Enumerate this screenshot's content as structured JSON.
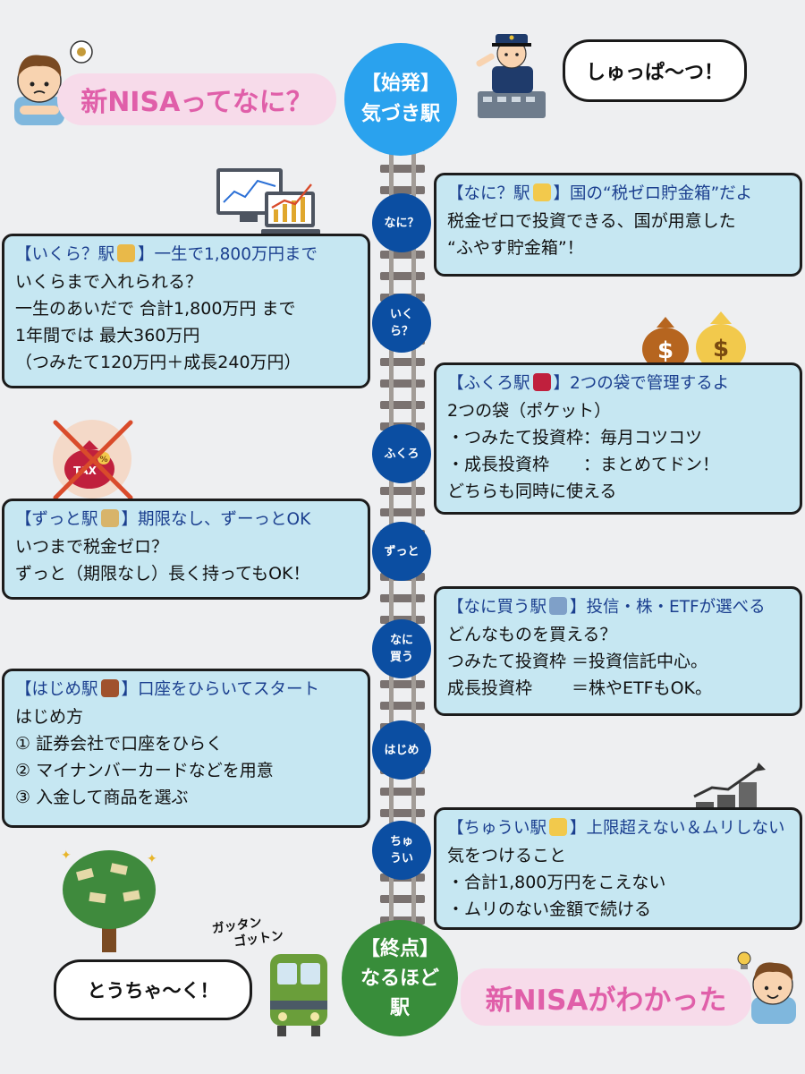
{
  "header": {
    "question": "新NISAってなに？",
    "start_station_line1": "【始発】",
    "start_station_line2": "気づき駅",
    "conductor_speech": "しゅっぱ〜つ！"
  },
  "stations": [
    {
      "line1": "なに？",
      "line2": ""
    },
    {
      "line1": "いく",
      "line2": "ら？"
    },
    {
      "line1": "ふくろ",
      "line2": ""
    },
    {
      "line1": "ずっと",
      "line2": ""
    },
    {
      "line1": "なに",
      "line2": "買う"
    },
    {
      "line1": "はじめ",
      "line2": ""
    },
    {
      "line1": "ちゅ",
      "line2": "うい"
    }
  ],
  "cards": {
    "nani": {
      "title_a": "【なに？駅",
      "title_b": "】国の“税ゼロ貯金箱”だよ",
      "lines": [
        "税金ゼロで投資できる、国が用意した",
        "“ふやす貯金箱”！"
      ]
    },
    "ikura": {
      "title_a": "【いくら？駅",
      "title_b": "】一生で1,800万円まで",
      "lines": [
        " いくらまで入れられる？",
        " 一生のあいだで 合計1,800万円 まで",
        "1年間では 最大360万円",
        "（つみたて120万円＋成長240万円）"
      ]
    },
    "fukuro": {
      "title_a": "【ふくろ駅",
      "title_b": "】2つの袋で管理するよ",
      "lines": [
        "2つの袋（ポケット）",
        "・つみたて投資枠：毎月コツコツ",
        "・成長投資枠　　：まとめてドン！",
        "どちらも同時に使える"
      ]
    },
    "zutto": {
      "title_a": "【ずっと駅",
      "title_b": "】期限なし、ずーっとOK",
      "lines": [
        " いつまで税金ゼロ？",
        " ずっと（期限なし）長く持ってもOK！"
      ]
    },
    "nanikau": {
      "title_a": "【なに買う駅",
      "title_b": "】投信・株・ETFが選べる",
      "lines": [
        "どんなものを買える？",
        "つみたて投資枠 ＝投資信託中心。",
        "成長投資枠　　 ＝株やETFもOK。"
      ]
    },
    "hajime": {
      "title_a": "【はじめ駅",
      "title_b": "】口座をひらいてスタート",
      "lines": [
        "はじめ方",
        "① 証券会社で口座をひらく",
        "② マイナンバーカードなどを用意",
        "③ 入金して商品を選ぶ"
      ]
    },
    "chuui": {
      "title_a": "【ちゅうい駅",
      "title_b": "】上限超えない＆ムリしない",
      "lines": [
        "気をつけること",
        "・合計1,800万円をこえない",
        "・ムリのない金額で続ける"
      ]
    }
  },
  "footer": {
    "end_station_line1": "【終点】",
    "end_station_line2": "なるほど",
    "end_station_line3": "駅",
    "arrival_speech": "とうちゃ〜く！",
    "train_sound_1": "ガッタン",
    "train_sound_2": "ゴットン",
    "understood": "新NISAがわかった"
  },
  "illustrations": {
    "tax_bag_label": "TAX",
    "tax_bag_percent": "%",
    "money_bag_symbol": "$"
  },
  "colors": {
    "card_bg": "#c6e7f2",
    "station_blue": "#0b4ea2",
    "start_blue": "#2aa2ee",
    "end_green": "#388d3a",
    "pink_text": "#e05fa9",
    "title_blue": "#1b3f8f"
  }
}
